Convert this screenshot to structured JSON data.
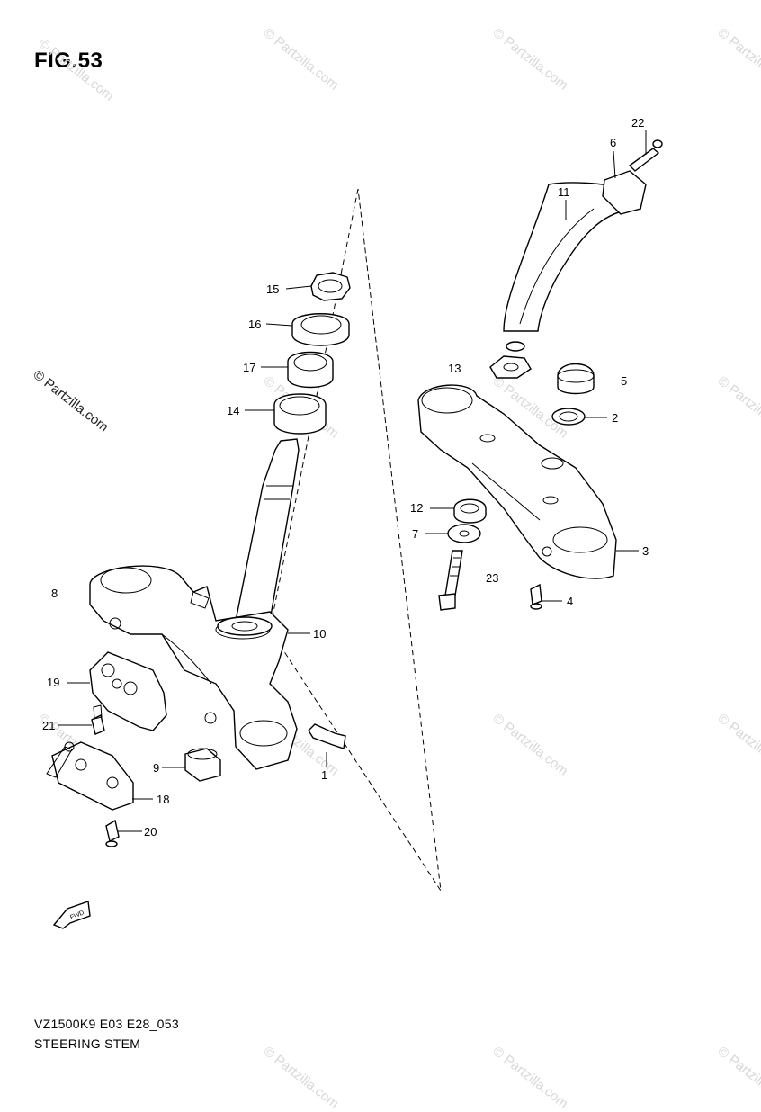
{
  "figure": {
    "title": "FIG.53",
    "model_code": "VZ1500K9 E03 E28_053",
    "section_title": "STEERING STEM"
  },
  "watermark": {
    "main": "© Partzilla.com",
    "faint": "© Partzilla.com"
  },
  "callouts": [
    "1",
    "2",
    "3",
    "4",
    "5",
    "6",
    "7",
    "8",
    "9",
    "10",
    "11",
    "12",
    "13",
    "14",
    "15",
    "16",
    "17",
    "18",
    "19",
    "20",
    "21",
    "22",
    "23"
  ],
  "arrow_label": "FWD"
}
